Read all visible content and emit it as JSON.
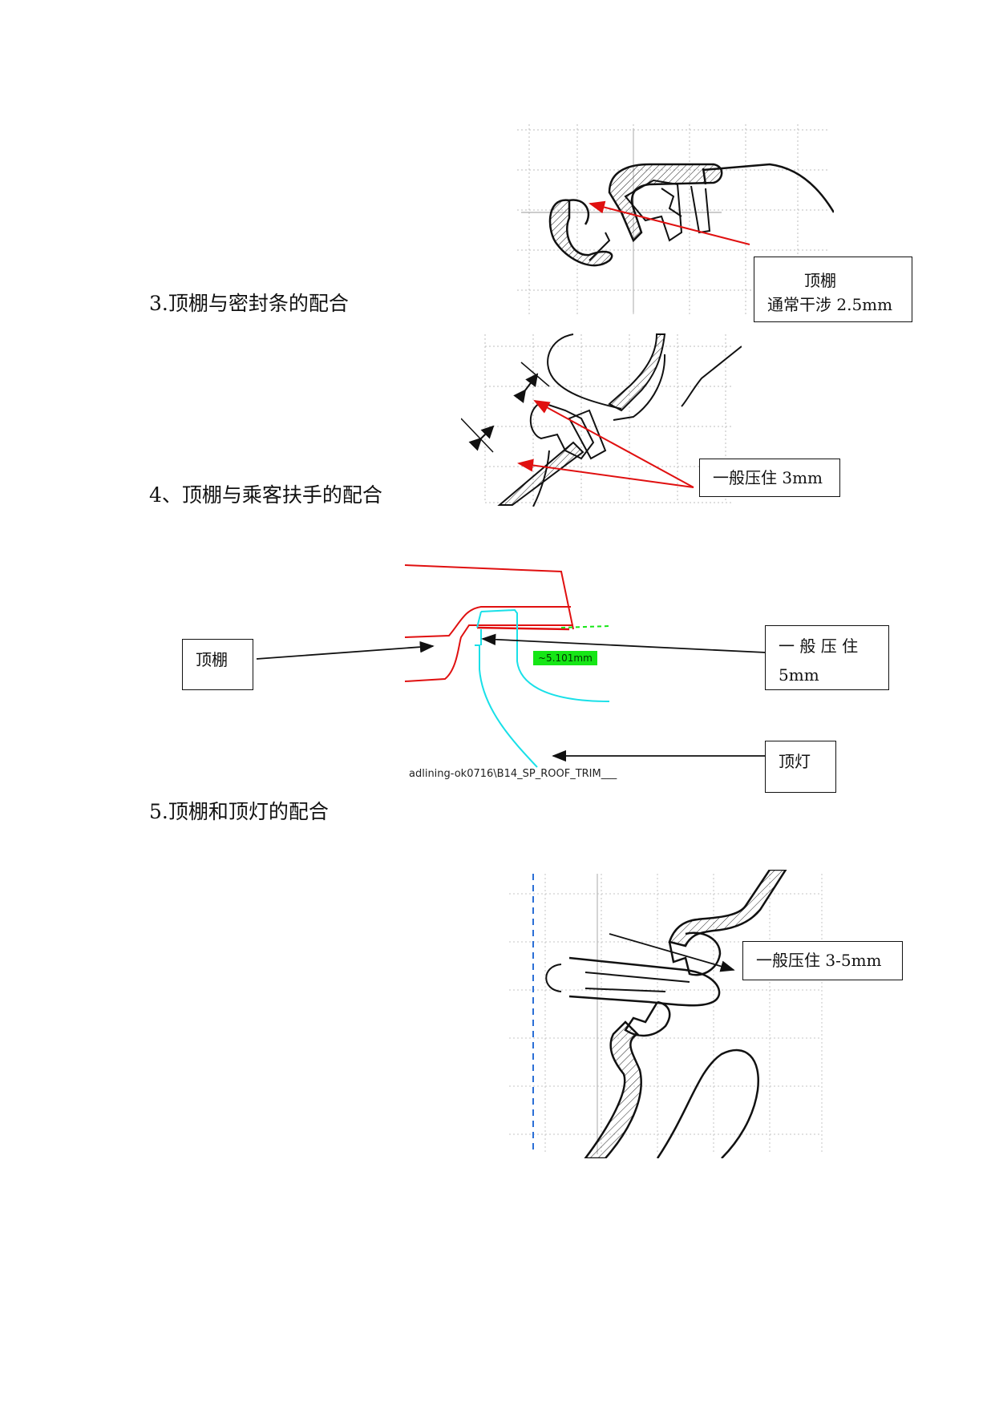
{
  "sections": [
    {
      "heading": "3.顶棚与密封条的配合",
      "callout_lines": [
        "顶棚",
        "通常干涉 2.5mm"
      ]
    },
    {
      "heading": "4、顶棚与乘客扶手的配合",
      "callout_lines": [
        "一般压住 3mm"
      ]
    },
    {
      "heading": "5.顶棚和顶灯的配合",
      "label_headliner": "顶棚",
      "label_press": [
        "一 般 压 住",
        "5mm"
      ],
      "label_lamp": "顶灯",
      "measurement": "~5.101mm",
      "caption": "adlining-ok0716\\B14_SP_ROOF_TRIM___"
    },
    {
      "callout_lines": [
        "一般压住 3-5mm"
      ]
    }
  ],
  "colors": {
    "arrow_red": "#e01010",
    "trim_red": "#e01010",
    "lamp_cyan": "#19e0e8",
    "measure_green": "#16e616",
    "grid_gray": "#bcbcbc",
    "axis_blue": "#2b6fd6"
  },
  "icons": [
    "arrow-icon"
  ]
}
